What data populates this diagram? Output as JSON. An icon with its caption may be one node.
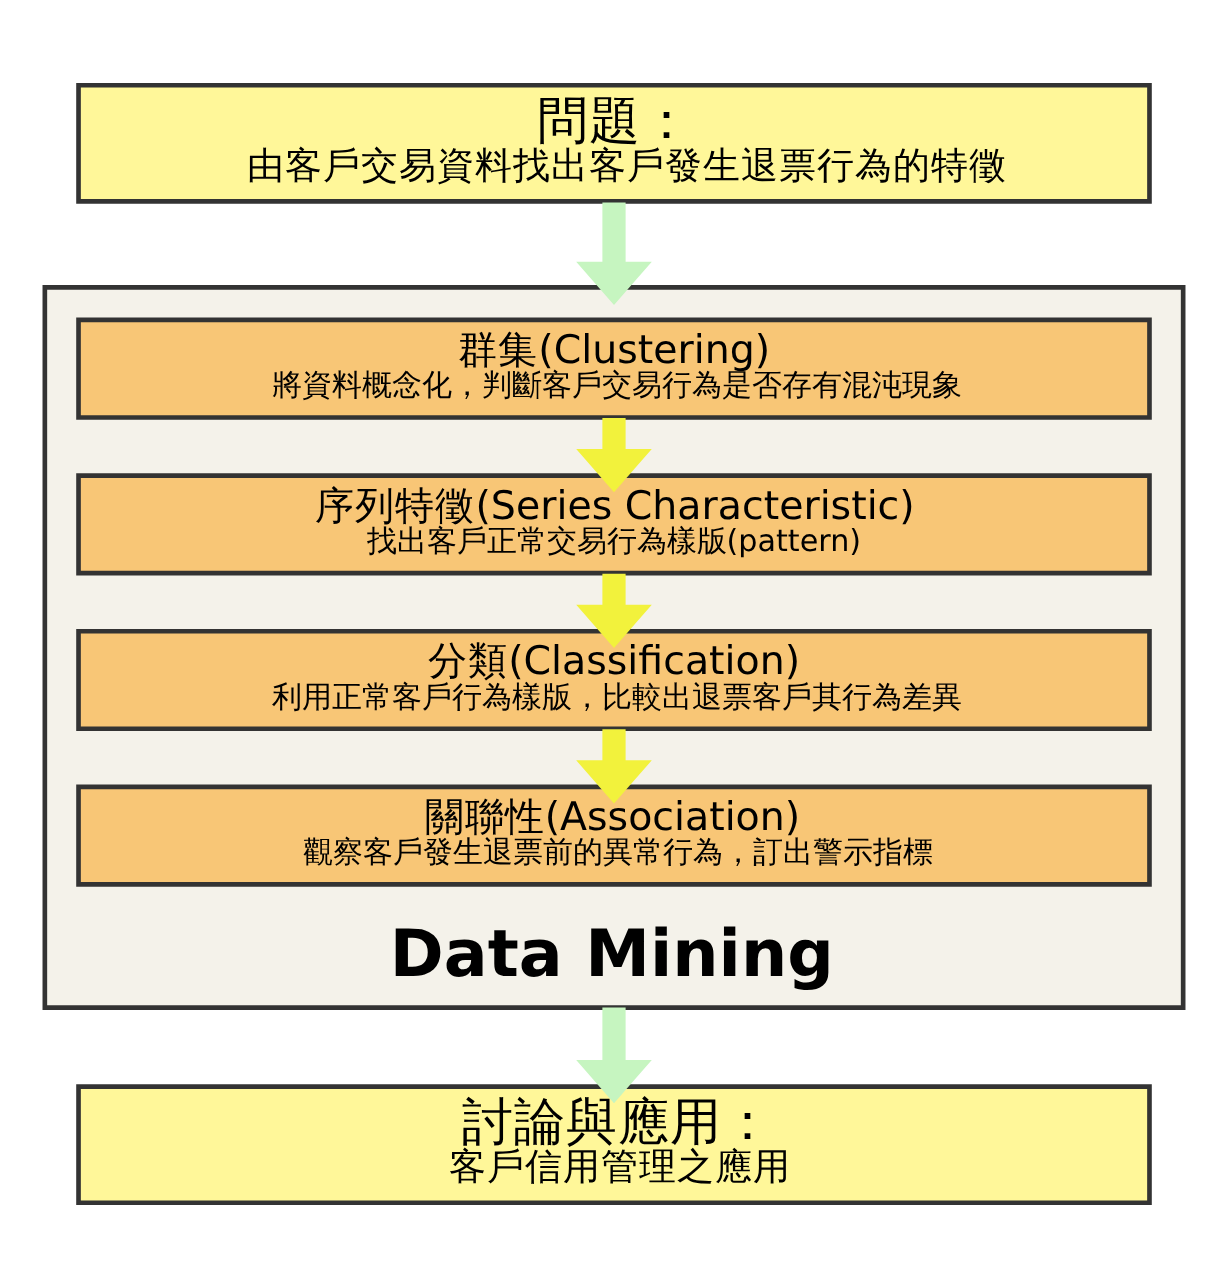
{
  "diagram": {
    "nodes": [
      {
        "text": [
          "問題：",
          "由客戶交易資料找出客戶發生退票行為的特徵"
        ]
      },
      {
        "text": [
          "Data Mining"
        ]
      },
      {
        "text": [
          "群集(Clustering)",
          "將資料概念化，判斷客戶交易行為是否存有混沌現象"
        ],
        "in": 1
      },
      {
        "text": [
          "序列特徵(Series Characteristic)",
          "找出客戶正常交易行為樣版(pattern)"
        ],
        "in": 1
      },
      {
        "text": [
          "分類(Classification)",
          "利用正常客戶行為樣版，比較出退票客戶其行為差異"
        ],
        "in": 1
      },
      {
        "text": [
          "關聯性(Association)",
          "觀察客戶發生退票前的異常行為，訂出警示指標"
        ],
        "in": 1
      },
      {
        "text": [
          "討論與應用：",
          "客戶信用管理之應用"
        ]
      }
    ],
    "edges": [
      {
        "from": 0,
        "to": 1,
        "arrow": "to",
        "color": "#c6f5c0"
      },
      {
        "from": 2,
        "to": 3,
        "arrow": "to"
      },
      {
        "from": 3,
        "to": 4,
        "arrow": "to"
      },
      {
        "from": 4,
        "to": 5,
        "arrow": "to"
      },
      {
        "from": 1,
        "to": 6,
        "arrow": "to",
        "color": "#c6f5c0"
      }
    ]
  }
}
